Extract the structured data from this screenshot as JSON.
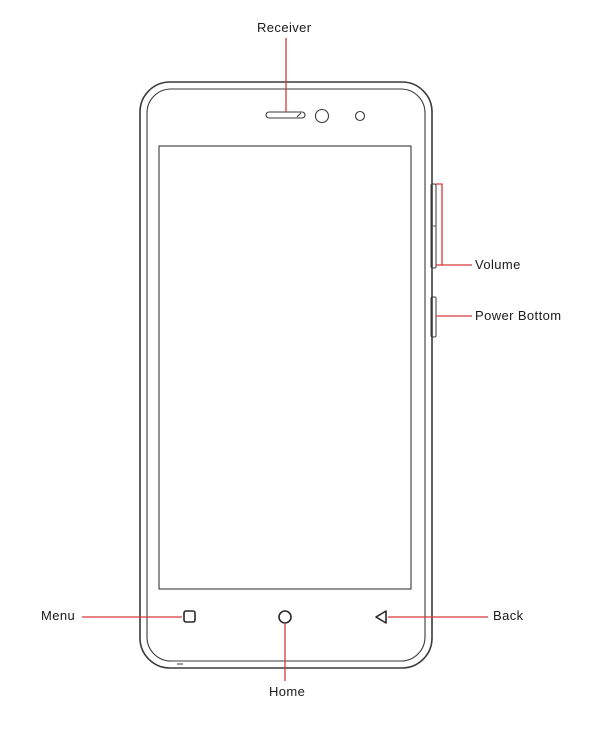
{
  "labels": {
    "receiver": "Receiver",
    "volume": "Volume",
    "power": "Power Bottom",
    "menu": "Menu",
    "home": "Home",
    "back": "Back"
  },
  "colors": {
    "outline": "#3a3a3a",
    "leader_line": "#d63a3a",
    "background": "#ffffff"
  },
  "icons": {
    "menu": "square-icon",
    "home": "circle-icon",
    "back": "triangle-left-icon"
  }
}
